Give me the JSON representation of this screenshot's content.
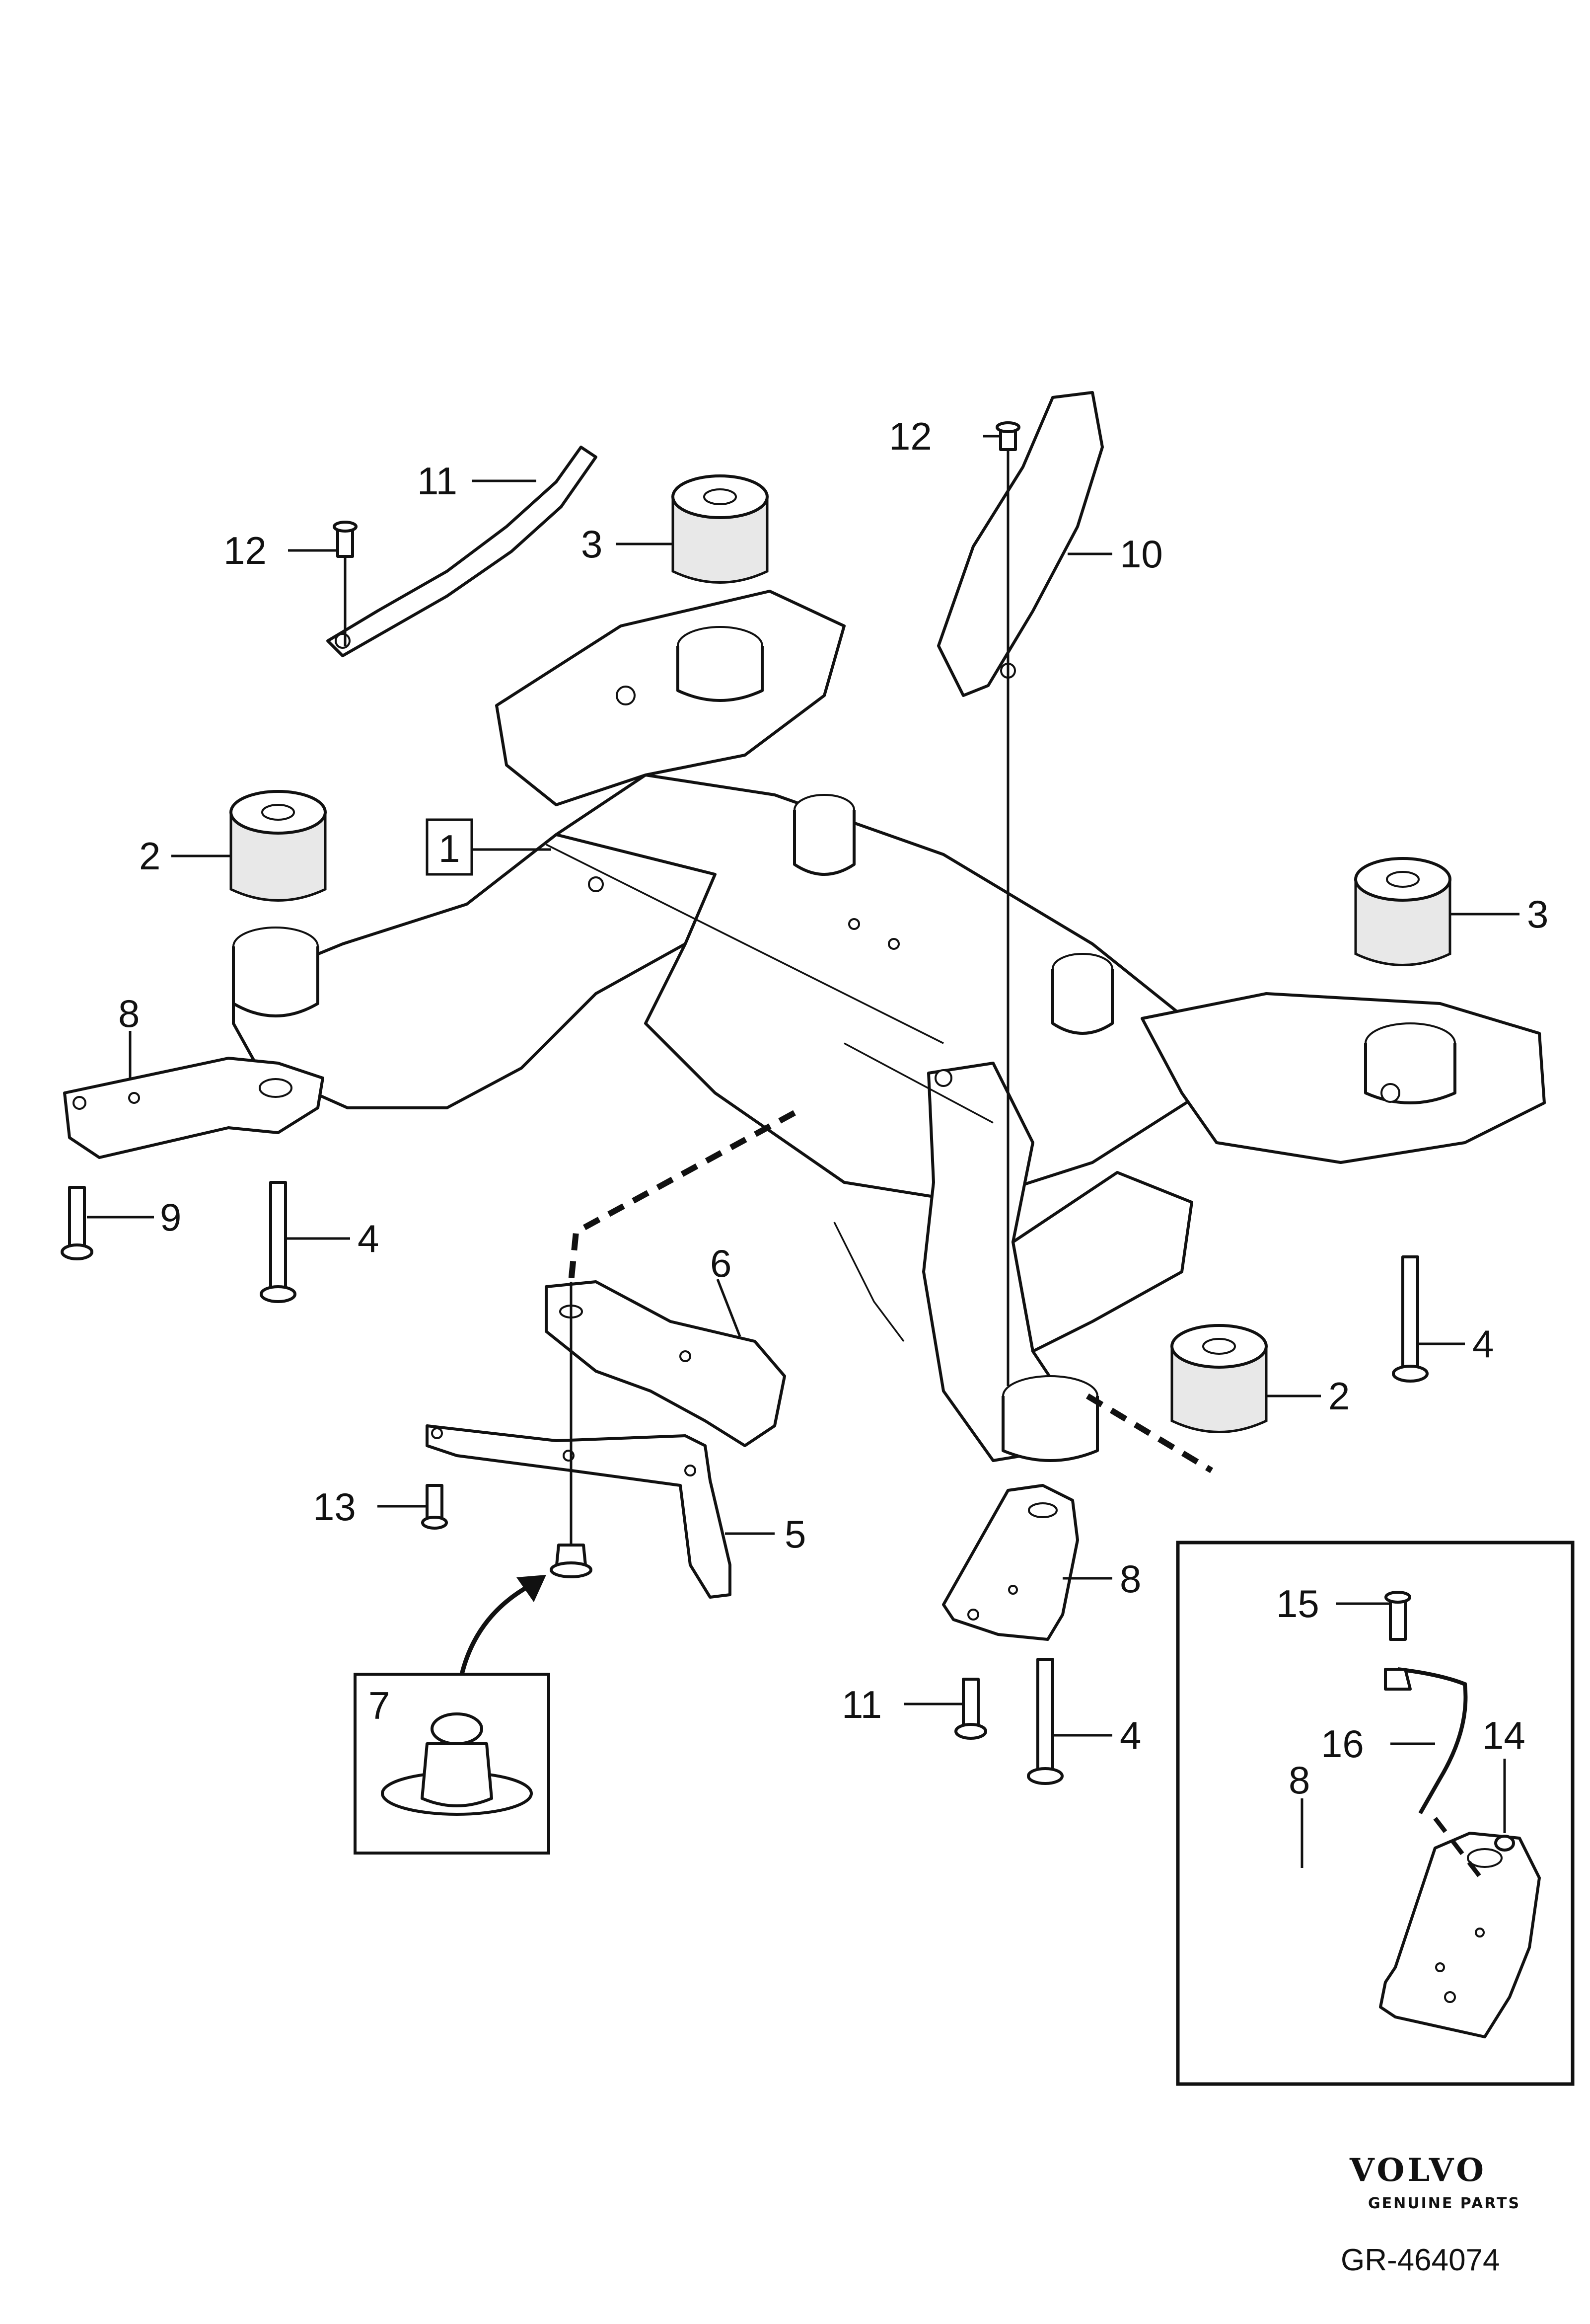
{
  "callouts": {
    "c1": "1",
    "c2a": "2",
    "c2b": "2",
    "c3a": "3",
    "c3b": "3",
    "c4a": "4",
    "c4b": "4",
    "c4c": "4",
    "c5": "5",
    "c6": "6",
    "c7": "7",
    "c8a": "8",
    "c8b": "8",
    "c8c": "8",
    "c9": "9",
    "c10": "10",
    "c11a": "11",
    "c11b": "11",
    "c12a": "12",
    "c12b": "12",
    "c13": "13",
    "c14": "14",
    "c15": "15",
    "c16": "16"
  },
  "logo": {
    "brand": "VOLVO",
    "tagline": "GENUINE PARTS"
  },
  "reference": "GR-464074"
}
